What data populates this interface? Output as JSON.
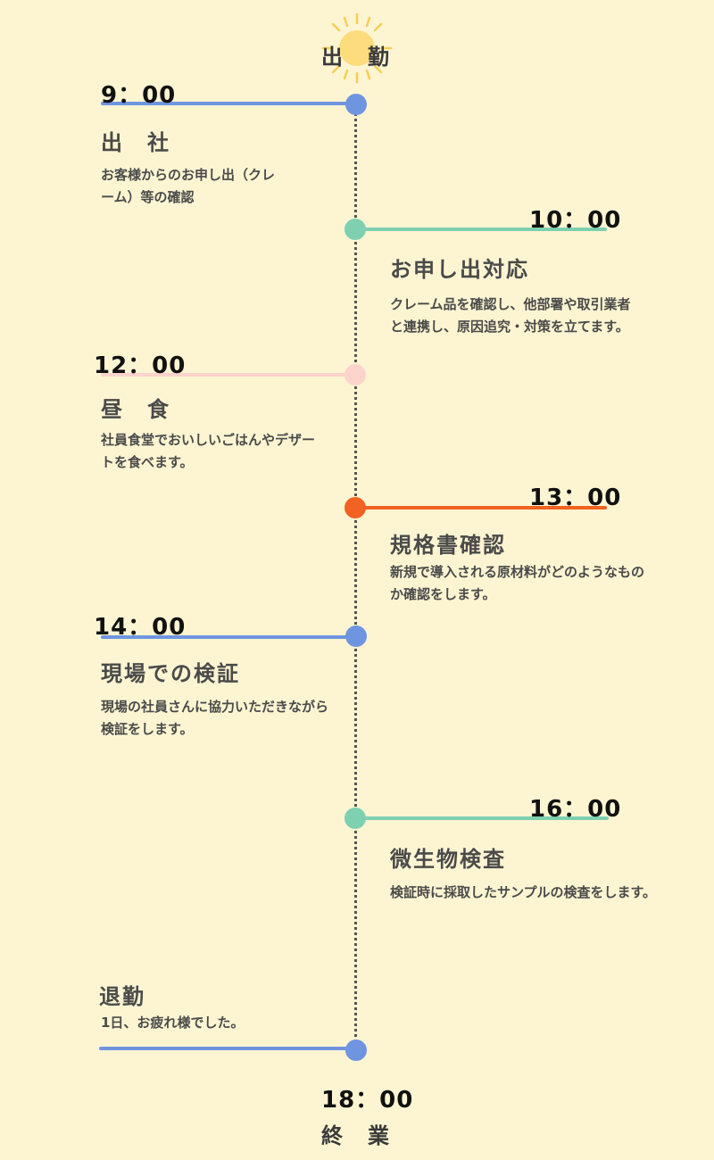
{
  "start_label": "出　勤",
  "end_label": "終　業",
  "end_time": "18：00",
  "colors": {
    "blue": "#6f94e0",
    "green": "#7ed0b0",
    "pink": "#fcd4cc",
    "orange": "#f26222",
    "sun": "#fddc7e",
    "moon": "#fde768"
  },
  "events": [
    {
      "time": "9：00",
      "title": "出　社",
      "desc": "お客様からのお申し出（クレーム）等の確認"
    },
    {
      "time": "10：00",
      "title": "お申し出対応",
      "desc": "クレーム品を確認し、他部署や取引業者と連携し、原因追究・対策を立てます。"
    },
    {
      "time": "12：00",
      "title": "昼　食",
      "desc": "社員食堂でおいしいごはんやデザートを食べます。"
    },
    {
      "time": "13：00",
      "title": "規格書確認",
      "desc": "新規で導入される原材料がどのようなものか確認をします。"
    },
    {
      "time": "14：00",
      "title": "現場での検証",
      "desc": "現場の社員さんに協力いただきながら検証をします。"
    },
    {
      "time": "16：00",
      "title": "微生物検査",
      "desc": "検証時に採取したサンプルの検査をします。"
    },
    {
      "title": "退勤",
      "desc": "1日、お疲れ様でした。"
    }
  ]
}
